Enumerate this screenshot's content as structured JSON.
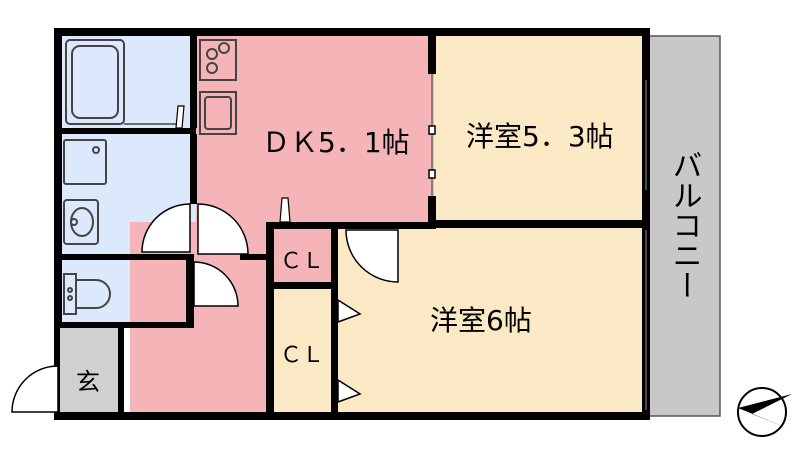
{
  "rooms": {
    "dk": {
      "label": "ＤＫ5．1帖",
      "color": "#f4b4b8"
    },
    "western_a": {
      "label": "洋室5．3帖",
      "color": "#fbe9c6"
    },
    "western_b": {
      "label": "洋室6帖",
      "color": "#fbe9c6"
    },
    "closet_1": {
      "label": "ＣＬ"
    },
    "closet_2": {
      "label": "ＣＬ"
    },
    "entrance": {
      "label": "玄"
    },
    "balcony": {
      "label": "バルコニー",
      "color": "#c8c8c8"
    },
    "wet_area_color": "#dce8fb"
  },
  "compass": {
    "name": "north-arrow"
  }
}
